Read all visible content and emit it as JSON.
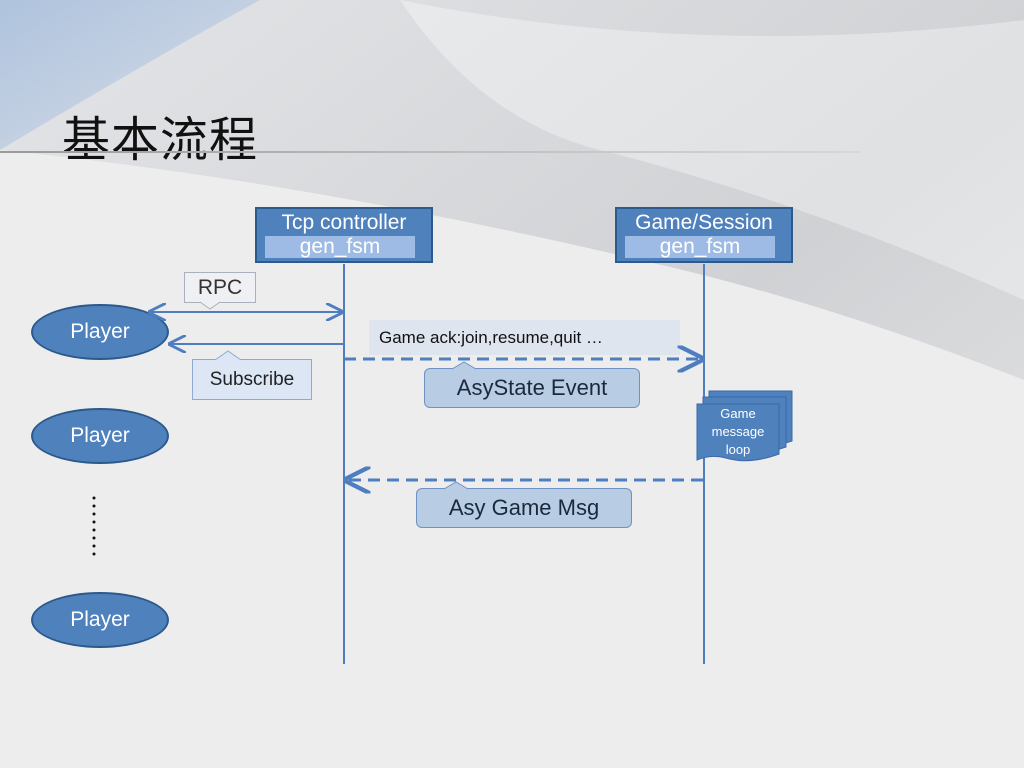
{
  "slide": {
    "title": "基本流程"
  },
  "lifelines": {
    "tcp_controller": {
      "name": "Tcp controller",
      "sub": "gen_fsm"
    },
    "game_session": {
      "name": "Game/Session",
      "sub": "gen_fsm"
    }
  },
  "players": [
    "Player",
    "Player",
    "Player"
  ],
  "labels": {
    "rpc": "RPC",
    "subscribe": "Subscribe",
    "game_ack": "Game ack:join,resume,quit …",
    "asystate_event": "AsyState Event",
    "asy_game_msg": "Asy Game Msg",
    "game_message_loop": [
      "Game",
      "message",
      "loop"
    ]
  },
  "colors": {
    "shape_fill": "#4f81bd",
    "shape_border": "#2d5a8c",
    "line": "#4f7ec0",
    "callout_fill": "#b8cce4",
    "sub_fill": "#9dbbe5"
  }
}
